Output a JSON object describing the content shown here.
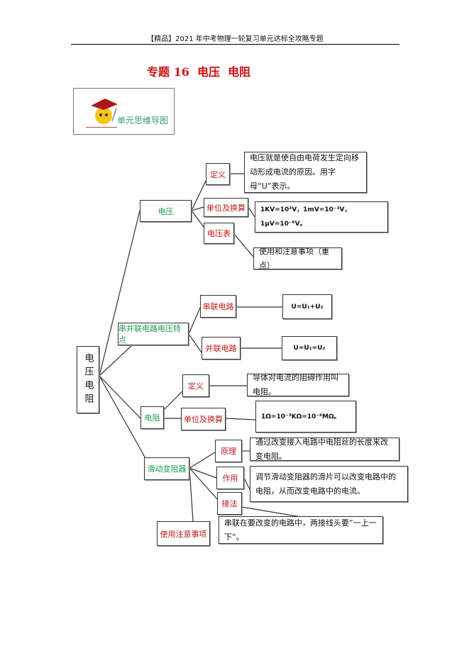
{
  "header": "【精品】2021 年中考物理一轮复习单元达标全攻略专题",
  "title": "专题 16  电压  电阻",
  "logo_label": "单元思维导图",
  "root": "电压电阻",
  "voltage": {
    "label": "电压",
    "def_label": "定义",
    "def_text": "电压就是使自由电荷发生定向移动形成电流的原因。用字母“U”表示。",
    "unit_label": "单位及换算",
    "unit_text": "1KV=10³V，1mV=10⁻³V，1μV=10⁻⁶V。",
    "meter_label": "电压表",
    "meter_text": "使用和注意事项（重点）"
  },
  "circuits": {
    "label": "串并联电路电压特点",
    "series_label": "串联电路",
    "series_text": "U=U₁+U₂",
    "parallel_label": "并联电路",
    "parallel_text": "U=U₁=U₂"
  },
  "resistance": {
    "label": "电阻",
    "def_label": "定义",
    "def_text": "导体对电流的阻碍作用叫电阻。",
    "unit_label": "单位及换算",
    "unit_text": "1Ω=10⁻³KΩ=10⁻⁶MΩ。"
  },
  "rheostat": {
    "label": "滑动变阻器",
    "principle_label": "原理",
    "principle_text": "通过改变接入电路中电阻丝的长度来改变电阻。",
    "function_label": "作用",
    "function_text": "调节滑动变阻器的滑片可以改变电路中的电阻，从而改变电路中的电流。",
    "connection_label": "接法",
    "connection_text": "串联在要改变的电路中，两接线头要“一上一下”。",
    "notes_label": "使用注意事项"
  }
}
